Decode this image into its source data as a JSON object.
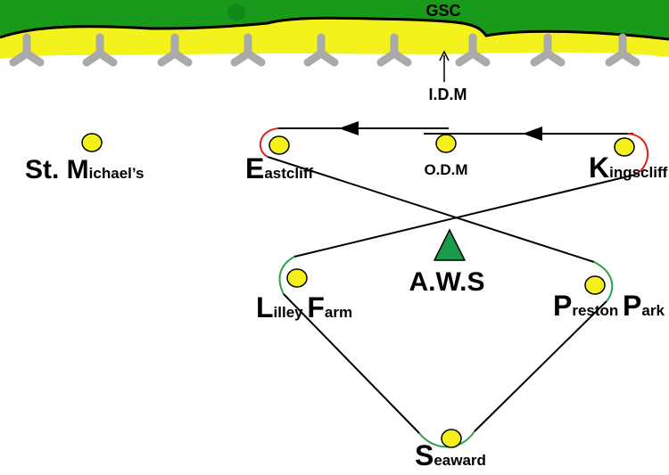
{
  "diagram": {
    "header_label": "GSC",
    "colors": {
      "grass": "#1a9a1a",
      "sand": "#f4f21c",
      "red_curve": "#e02020",
      "green_curve": "#2aa24a",
      "marker": "#f6f01a",
      "aws": "#1a9a4a"
    },
    "icons": [
      "tree-icon"
    ],
    "stations": {
      "st_michaels": {
        "initial": "St. M",
        "rest": "ichael’s"
      },
      "eastcliff": {
        "initial": "E",
        "rest": "astcliff"
      },
      "odm": {
        "label": "O.D.M"
      },
      "kingscliff": {
        "initial": "K",
        "rest": "ingscliff"
      },
      "lilley_farm": {
        "i1": "L",
        "r1": "illey ",
        "i2": "F",
        "r2": "arm"
      },
      "preston_park": {
        "i1": "P",
        "r1": "reston ",
        "i2": "P",
        "r2": "ark"
      },
      "seaward": {
        "initial": "S",
        "rest": "eaward"
      }
    },
    "idm": {
      "label": "I.D.M"
    },
    "aws": {
      "label": "A.W.S"
    }
  }
}
